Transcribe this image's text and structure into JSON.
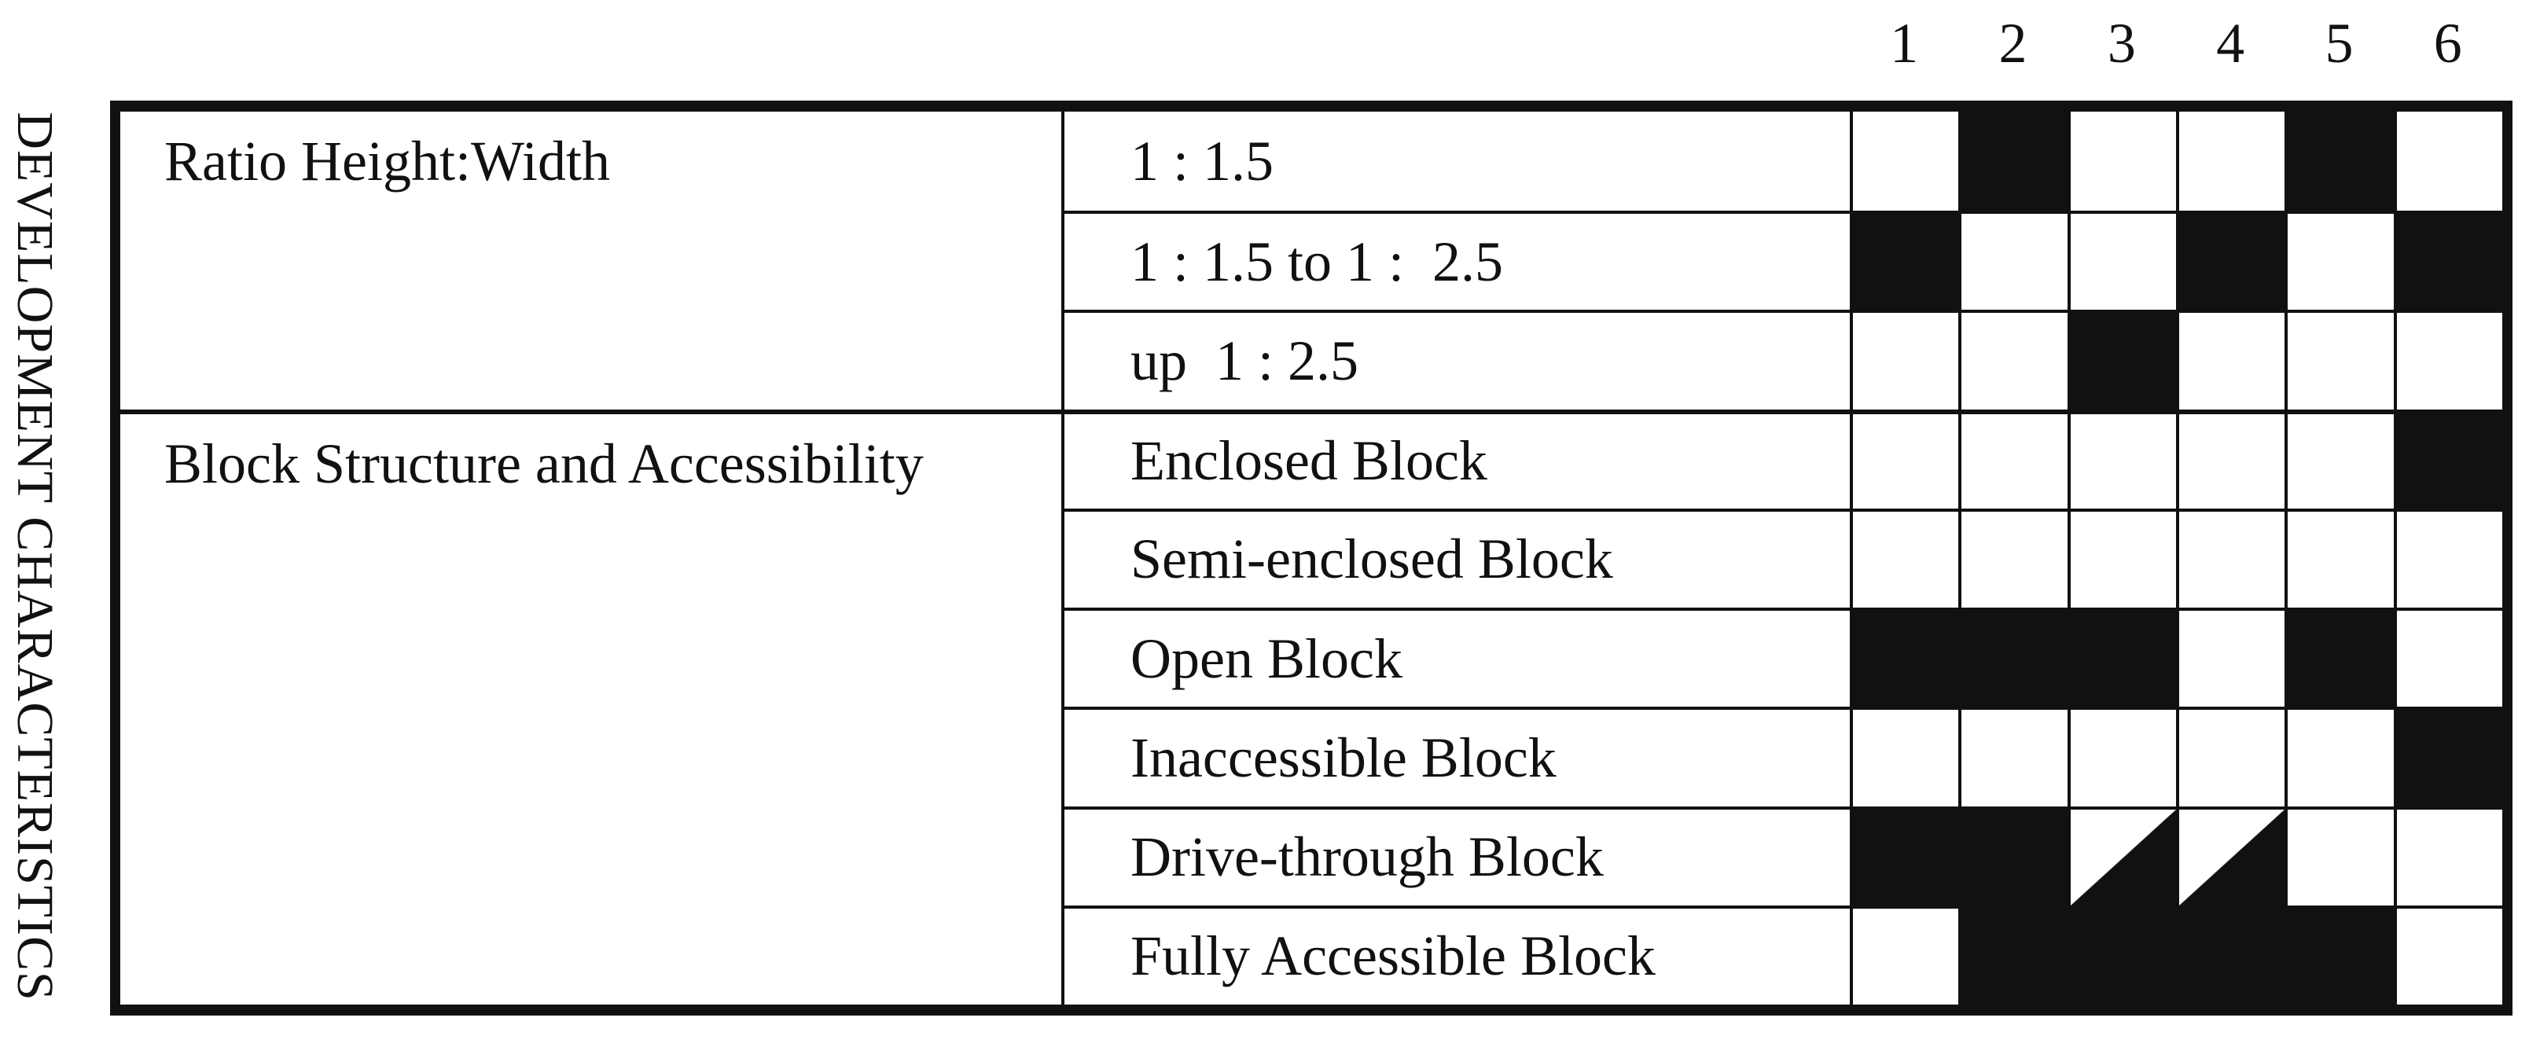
{
  "chart_data": {
    "type": "heatmap",
    "y_axis_label": "DEVELOPMENT CHARACTERISTICS",
    "column_headers": [
      "1",
      "2",
      "3",
      "4",
      "5",
      "6"
    ],
    "cell_encoding": {
      "1": "filled black square",
      "0": "empty white square",
      "0.5": "diagonal half cell: black lower-right triangle, white upper-left"
    },
    "groups": [
      {
        "label": "Ratio Height:Width",
        "rows": [
          {
            "label": "1 : 1.5",
            "values": [
              0,
              1,
              0,
              0,
              1,
              0
            ]
          },
          {
            "label": "1 : 1.5 to 1 :  2.5",
            "values": [
              1,
              0,
              0,
              1,
              0,
              1
            ]
          },
          {
            "label": "up  1 : 2.5",
            "values": [
              0,
              0,
              1,
              0,
              0,
              0
            ]
          }
        ]
      },
      {
        "label": "Block Structure and Accessibility",
        "rows": [
          {
            "label": "Enclosed Block",
            "values": [
              0,
              0,
              0,
              0,
              0,
              1
            ]
          },
          {
            "label": "Semi-enclosed Block",
            "values": [
              0,
              0,
              0,
              0,
              0,
              0
            ]
          },
          {
            "label": "Open Block",
            "values": [
              1,
              1,
              1,
              0,
              1,
              0
            ]
          },
          {
            "label": "Inaccessible Block",
            "values": [
              0,
              0,
              0,
              0,
              0,
              1
            ]
          },
          {
            "label": "Drive-through Block",
            "values": [
              1,
              1,
              0.5,
              0.5,
              0,
              0
            ]
          },
          {
            "label": "Fully Accessible Block",
            "values": [
              0,
              1,
              1,
              1,
              1,
              0
            ]
          }
        ]
      }
    ],
    "colors": {
      "ink": "#111111",
      "background": "#ffffff"
    }
  }
}
